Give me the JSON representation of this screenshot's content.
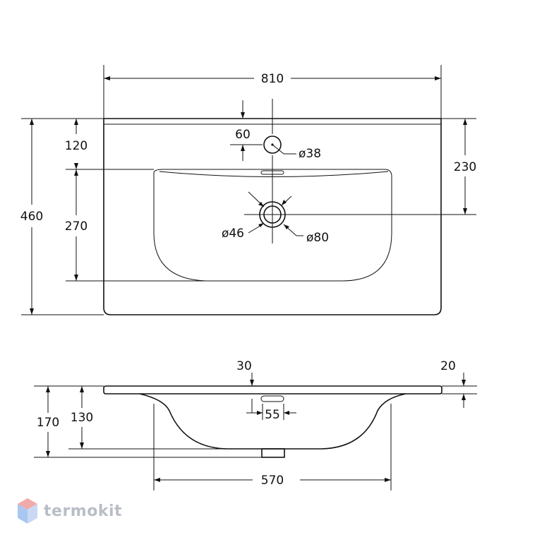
{
  "top_view": {
    "overall_width": "810",
    "overall_depth": "460",
    "tap_offset": "120",
    "bowl_depth": "270",
    "tap_to_drain": "230",
    "tap_setback": "60",
    "tap_hole": "ø38",
    "drain_inner": "ø46",
    "drain_outer": "ø80"
  },
  "side_view": {
    "rim_setback": "30",
    "rim_thickness": "20",
    "overflow": "55",
    "total_height": "170",
    "bowl_height": "130",
    "bowl_width": "570"
  },
  "brand": {
    "name": "termokit",
    "colors": {
      "top": "#f2a9a9",
      "left": "#a9c7ef",
      "right": "#c9d9f5"
    }
  }
}
